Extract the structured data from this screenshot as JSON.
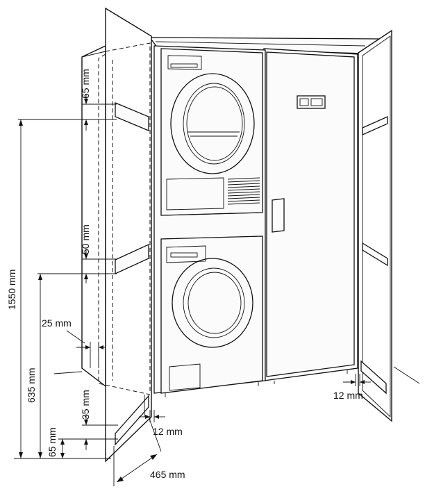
{
  "dimensions": {
    "top_gap": "65 mm",
    "overall_height": "1550 mm",
    "middle_gap": "50 mm",
    "lower_height": "635 mm",
    "side_gap": "25 mm",
    "bottom_rail": "35 mm",
    "bottom_offset": "65 mm",
    "depth": "465 mm",
    "left_clearance": "12 mm",
    "right_clearance": "12 mm"
  }
}
